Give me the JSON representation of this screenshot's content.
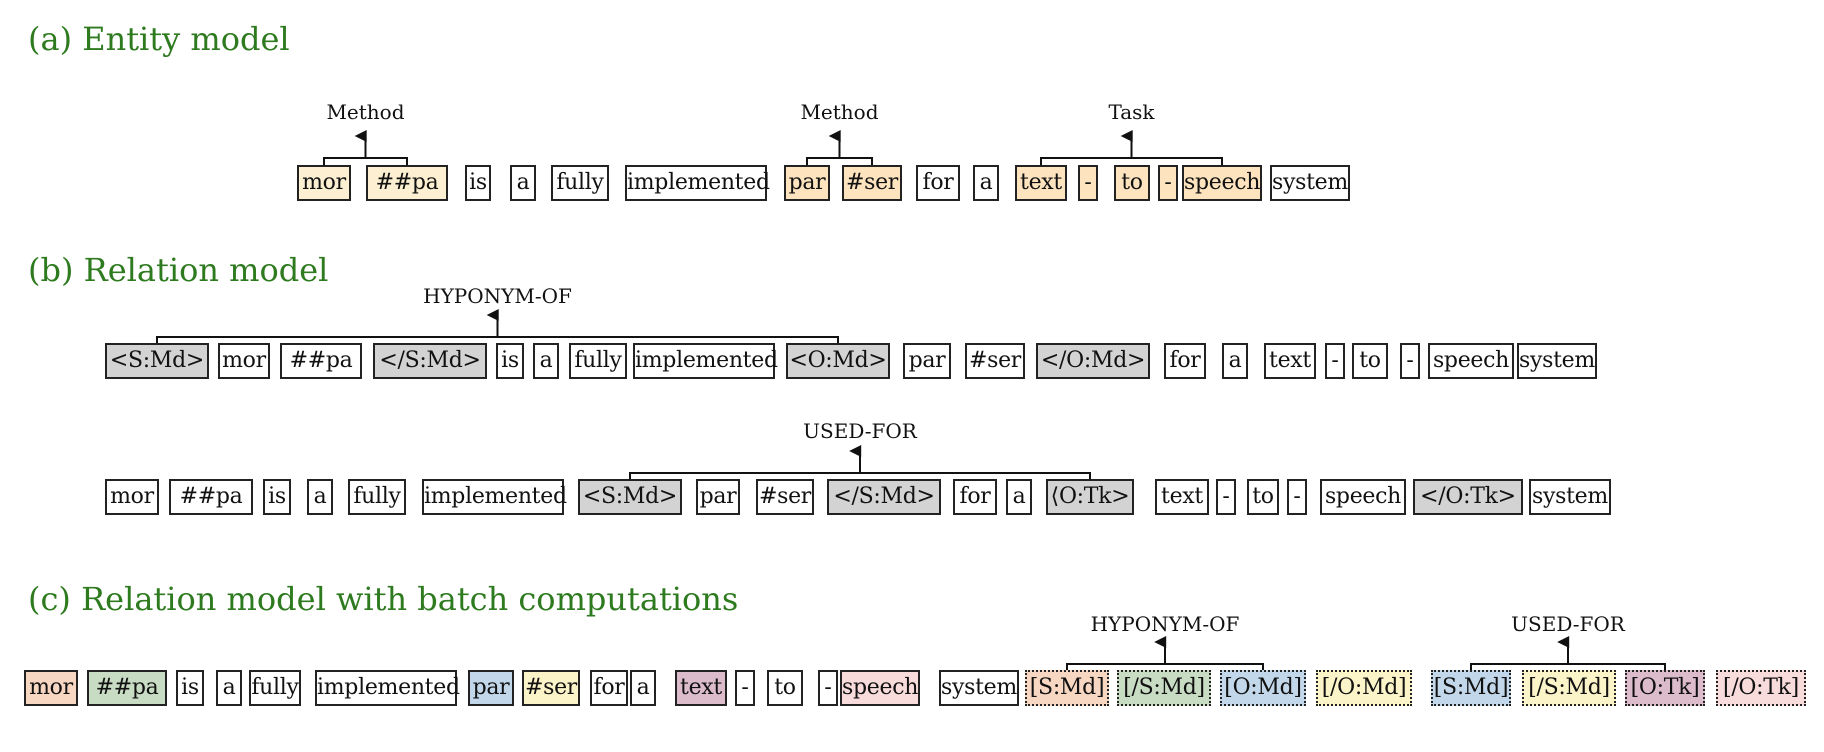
{
  "colors": {
    "title_green": "#2e7a1f",
    "orange": "#fde8c6",
    "light_yellow": "#fdf3d7",
    "gray": "#d3d3d3",
    "peach": "#f7d6c2",
    "green": "#c8dcc4",
    "blue": "#c2d8ea",
    "yellow": "#fcf4c9",
    "mauve": "#dcbccb",
    "pink": "#f8dcdc",
    "white": "#ffffff"
  },
  "sections": {
    "a": {
      "title": "(a) Entity model",
      "tokens": [
        {
          "text": "mor",
          "color": "#fdf0d2"
        },
        {
          "text": "##pa",
          "color": "#fdf0d2"
        },
        {
          "text": "is",
          "color": "#ffffff"
        },
        {
          "text": "a",
          "color": "#ffffff"
        },
        {
          "text": "fully",
          "color": "#ffffff"
        },
        {
          "text": "implemented",
          "color": "#ffffff"
        },
        {
          "text": "par",
          "color": "#fde4bf"
        },
        {
          "text": "#ser",
          "color": "#fde4bf"
        },
        {
          "text": "for",
          "color": "#ffffff"
        },
        {
          "text": "a",
          "color": "#ffffff"
        },
        {
          "text": "text",
          "color": "#fde4bf"
        },
        {
          "text": "-",
          "color": "#fde4bf"
        },
        {
          "text": "to",
          "color": "#fde4bf"
        },
        {
          "text": "-",
          "color": "#fde4bf"
        },
        {
          "text": "speech",
          "color": "#fde4bf"
        },
        {
          "text": "system",
          "color": "#ffffff"
        }
      ],
      "labels": [
        {
          "text": "Method",
          "from": 0,
          "to": 1
        },
        {
          "text": "Method",
          "from": 6,
          "to": 7
        },
        {
          "text": "Task",
          "from": 10,
          "to": 14
        }
      ]
    },
    "b": {
      "title": "(b) Relation model",
      "row1": {
        "tokens": [
          {
            "text": "<S:Md>",
            "color": "#d3d3d3"
          },
          {
            "text": "mor",
            "color": "#ffffff"
          },
          {
            "text": "##pa",
            "color": "#ffffff"
          },
          {
            "text": "</S:Md>",
            "color": "#d3d3d3"
          },
          {
            "text": "is",
            "color": "#ffffff"
          },
          {
            "text": "a",
            "color": "#ffffff"
          },
          {
            "text": "fully",
            "color": "#ffffff"
          },
          {
            "text": "implemented",
            "color": "#ffffff"
          },
          {
            "text": "<O:Md>",
            "color": "#d3d3d3"
          },
          {
            "text": "par",
            "color": "#ffffff"
          },
          {
            "text": "#ser",
            "color": "#ffffff"
          },
          {
            "text": "</O:Md>",
            "color": "#d3d3d3"
          },
          {
            "text": "for",
            "color": "#ffffff"
          },
          {
            "text": "a",
            "color": "#ffffff"
          },
          {
            "text": "text",
            "color": "#ffffff"
          },
          {
            "text": "-",
            "color": "#ffffff"
          },
          {
            "text": "to",
            "color": "#ffffff"
          },
          {
            "text": "-",
            "color": "#ffffff"
          },
          {
            "text": "speech",
            "color": "#ffffff"
          },
          {
            "text": "system",
            "color": "#ffffff"
          }
        ],
        "labels": [
          {
            "text": "HYPONYM-OF",
            "from": 0,
            "to": 8
          }
        ]
      },
      "row2": {
        "tokens": [
          {
            "text": "mor",
            "color": "#ffffff"
          },
          {
            "text": "##pa",
            "color": "#ffffff"
          },
          {
            "text": "is",
            "color": "#ffffff"
          },
          {
            "text": "a",
            "color": "#ffffff"
          },
          {
            "text": "fully",
            "color": "#ffffff"
          },
          {
            "text": "implemented",
            "color": "#ffffff"
          },
          {
            "text": "<S:Md>",
            "color": "#d3d3d3"
          },
          {
            "text": "par",
            "color": "#ffffff"
          },
          {
            "text": "#ser",
            "color": "#ffffff"
          },
          {
            "text": "</S:Md>",
            "color": "#d3d3d3"
          },
          {
            "text": "for",
            "color": "#ffffff"
          },
          {
            "text": "a",
            "color": "#ffffff"
          },
          {
            "text": "⟨O:Tk>",
            "color": "#d3d3d3"
          },
          {
            "text": "text",
            "color": "#ffffff"
          },
          {
            "text": "-",
            "color": "#ffffff"
          },
          {
            "text": "to",
            "color": "#ffffff"
          },
          {
            "text": "-",
            "color": "#ffffff"
          },
          {
            "text": "speech",
            "color": "#ffffff"
          },
          {
            "text": "</O:Tk>",
            "color": "#d3d3d3"
          },
          {
            "text": "system",
            "color": "#ffffff"
          }
        ],
        "labels": [
          {
            "text": "USED-FOR",
            "from": 6,
            "to": 12
          }
        ]
      }
    },
    "c": {
      "title": "(c) Relation model with batch computations",
      "tokens": [
        {
          "text": "mor",
          "color": "#f7d6c2"
        },
        {
          "text": "##pa",
          "color": "#c8dcc4"
        },
        {
          "text": "is",
          "color": "#ffffff"
        },
        {
          "text": "a",
          "color": "#ffffff"
        },
        {
          "text": "fully",
          "color": "#ffffff"
        },
        {
          "text": "implemented",
          "color": "#ffffff"
        },
        {
          "text": "par",
          "color": "#c2d8ea"
        },
        {
          "text": "#ser",
          "color": "#fcf4c9"
        },
        {
          "text": "for",
          "color": "#ffffff"
        },
        {
          "text": "a",
          "color": "#ffffff"
        },
        {
          "text": "text",
          "color": "#dcbccb"
        },
        {
          "text": "-",
          "color": "#ffffff"
        },
        {
          "text": "to",
          "color": "#ffffff"
        },
        {
          "text": "-",
          "color": "#ffffff"
        },
        {
          "text": "speech",
          "color": "#f8dcdc"
        },
        {
          "text": "system",
          "color": "#ffffff"
        },
        {
          "text": "[S:Md]",
          "color": "#f7d6c2",
          "dotted": true
        },
        {
          "text": "[/S:Md]",
          "color": "#c8dcc4",
          "dotted": true
        },
        {
          "text": "[O:Md]",
          "color": "#c2d8ea",
          "dotted": true
        },
        {
          "text": "[/O:Md]",
          "color": "#fcf4c9",
          "dotted": true
        },
        {
          "text": "[S:Md]",
          "color": "#c2d8ea",
          "dotted": true
        },
        {
          "text": "[/S:Md]",
          "color": "#fcf4c9",
          "dotted": true
        },
        {
          "text": "[O:Tk]",
          "color": "#dcbccb",
          "dotted": true
        },
        {
          "text": "[/O:Tk]",
          "color": "#f8dcdc",
          "dotted": true
        }
      ],
      "labels": [
        {
          "text": "HYPONYM-OF",
          "from": 16,
          "to": 18
        },
        {
          "text": "USED-FOR",
          "from": 20,
          "to": 22
        }
      ]
    }
  }
}
